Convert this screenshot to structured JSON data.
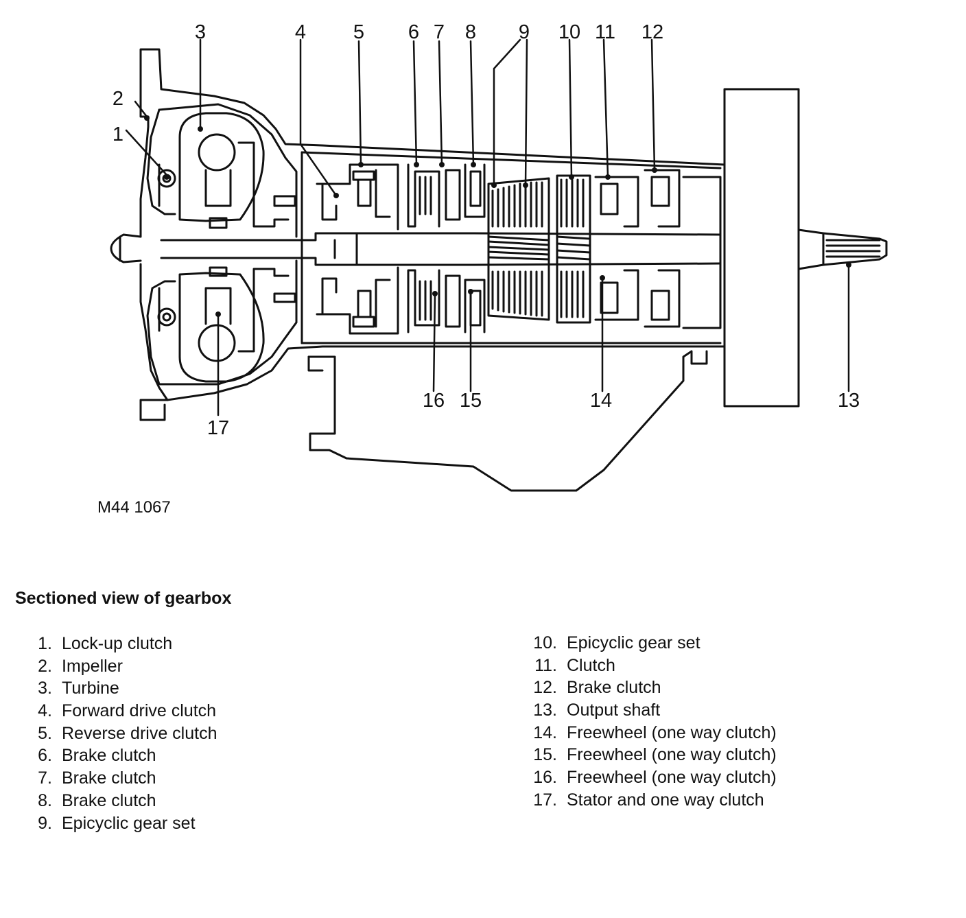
{
  "figure": {
    "reference": "M44 1067",
    "caption": "Sectioned view of gearbox",
    "callouts": [
      "1",
      "2",
      "3",
      "4",
      "5",
      "6",
      "7",
      "8",
      "9",
      "10",
      "11",
      "12",
      "13",
      "14",
      "15",
      "16",
      "17"
    ]
  },
  "legend": {
    "left": [
      {
        "num": "1.",
        "text": "Lock-up clutch"
      },
      {
        "num": "2.",
        "text": "Impeller"
      },
      {
        "num": "3.",
        "text": "Turbine"
      },
      {
        "num": "4.",
        "text": "Forward drive clutch"
      },
      {
        "num": "5.",
        "text": "Reverse drive clutch"
      },
      {
        "num": "6.",
        "text": "Brake clutch"
      },
      {
        "num": "7.",
        "text": "Brake clutch"
      },
      {
        "num": "8.",
        "text": "Brake clutch"
      },
      {
        "num": "9.",
        "text": "Epicyclic gear set"
      }
    ],
    "right": [
      {
        "num": "10.",
        "text": "Epicyclic gear set"
      },
      {
        "num": "11.",
        "text": "Clutch"
      },
      {
        "num": "12.",
        "text": "Brake clutch"
      },
      {
        "num": "13.",
        "text": "Output shaft"
      },
      {
        "num": "14.",
        "text": "Freewheel (one way clutch)"
      },
      {
        "num": "15.",
        "text": "Freewheel (one way clutch)"
      },
      {
        "num": "16.",
        "text": "Freewheel (one way clutch)"
      },
      {
        "num": "17.",
        "text": "Stator and one way clutch"
      }
    ]
  }
}
